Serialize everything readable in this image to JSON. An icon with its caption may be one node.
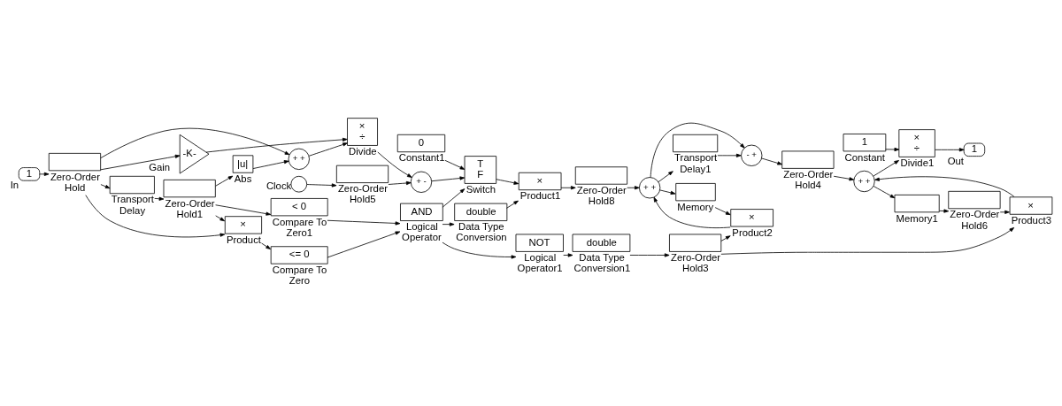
{
  "diagram": {
    "nodes": [
      {
        "text": [
          "1"
        ],
        "beside": [
          "In"
        ]
      },
      {
        "text": [],
        "shape": "box",
        "beside": [
          "Zero-Order Hold"
        ]
      },
      {
        "text": [],
        "shape": "box",
        "beside": [
          "Transport Delay"
        ]
      },
      {
        "text": [],
        "shape": "box",
        "beside": [
          "Zero-Order Hold1"
        ]
      },
      {
        "text": [
          "×"
        ],
        "beside": [
          "Product"
        ]
      },
      {
        "text": [
          "<= 0"
        ],
        "beside": [
          "Compare To Zero"
        ]
      },
      {
        "text": [
          "< 0"
        ],
        "beside": [
          "Compare To Zero1"
        ]
      },
      {
        "text": [
          "AND"
        ],
        "beside": [
          "Logical Operator"
        ]
      },
      {
        "text": [
          "|u|"
        ],
        "beside": [
          "Abs"
        ]
      },
      {
        "text": [
          "-K-"
        ],
        "beside": [
          "Gain"
        ]
      },
      {
        "text": [],
        "shape": "circle",
        "beside": [
          "Clock"
        ]
      },
      {
        "text": [],
        "shape": "box",
        "beside": [
          "Zero-Order Hold5"
        ]
      },
      {
        "text": [
          "+ +"
        ]
      },
      {
        "text": [
          "×",
          "÷"
        ],
        "beside": [
          "Divide"
        ]
      },
      {
        "text": [
          "+ -"
        ]
      },
      {
        "text": [
          "0"
        ],
        "beside": [
          "Constant1"
        ]
      },
      {
        "text": [
          "T",
          "F"
        ],
        "beside": [
          "Switch"
        ]
      },
      {
        "text": [
          "double"
        ],
        "beside": [
          "Data Type Conversion"
        ]
      },
      {
        "text": [
          "NOT"
        ],
        "beside": [
          "Logical Operator1"
        ]
      },
      {
        "text": [
          "×"
        ],
        "beside": [
          "Product1"
        ]
      },
      {
        "text": [],
        "shape": "box",
        "beside": [
          "Zero-Order Hold8"
        ]
      },
      {
        "text": [
          "+ +"
        ]
      },
      {
        "text": [],
        "shape": "box",
        "beside": [
          "Transport Delay1"
        ]
      },
      {
        "text": [
          "- +"
        ]
      },
      {
        "text": [],
        "shape": "box",
        "beside": [
          "Zero-Order Hold4"
        ]
      },
      {
        "text": [
          "+ +"
        ]
      },
      {
        "text": [
          "1"
        ],
        "beside": [
          "Constant"
        ]
      },
      {
        "text": [
          "×",
          "÷"
        ],
        "beside": [
          "Divide1"
        ]
      },
      {
        "text": [
          "1"
        ],
        "beside": [
          "Out"
        ]
      },
      {
        "text": [],
        "shape": "box",
        "beside": [
          "Memory"
        ]
      },
      {
        "text": [
          "×"
        ],
        "beside": [
          "Product2"
        ]
      },
      {
        "text": [
          "double"
        ],
        "beside": [
          "Data Type Conversion1"
        ]
      },
      {
        "text": [],
        "shape": "box",
        "beside": [
          "Zero-Order Hold3"
        ]
      },
      {
        "text": [],
        "shape": "box",
        "beside": [
          "Memory1"
        ]
      },
      {
        "text": [],
        "shape": "box",
        "beside": [
          "Zero-Order Hold6"
        ]
      },
      {
        "text": [
          "×"
        ],
        "beside": [
          "Product3"
        ]
      }
    ],
    "edges": [
      {
        "from": 0,
        "to": 1,
        "arrow": "to"
      },
      {
        "from": 1,
        "to": 4,
        "arrow": "to"
      },
      {
        "from": 1,
        "to": 2,
        "arrow": "to"
      },
      {
        "from": 2,
        "to": 3,
        "arrow": "to"
      },
      {
        "from": 3,
        "to": 4,
        "arrow": "to"
      },
      {
        "from": 3,
        "to": 6,
        "arrow": "to"
      },
      {
        "from": 3,
        "to": 8,
        "arrow": "to"
      },
      {
        "from": 4,
        "to": 5,
        "arrow": "to"
      },
      {
        "from": 5,
        "to": 7,
        "arrow": "to"
      },
      {
        "from": 6,
        "to": 7,
        "arrow": "to"
      },
      {
        "from": 1,
        "to": 9,
        "arrow": "to"
      },
      {
        "from": 1,
        "to": 12,
        "arrow": "to"
      },
      {
        "from": 8,
        "to": 12,
        "arrow": "to"
      },
      {
        "from": 9,
        "to": 13,
        "arrow": "to"
      },
      {
        "from": 12,
        "to": 13,
        "arrow": "to"
      },
      {
        "from": 10,
        "to": 11,
        "arrow": "to"
      },
      {
        "from": 11,
        "to": 14,
        "arrow": "to"
      },
      {
        "from": 13,
        "to": 14,
        "arrow": "to"
      },
      {
        "from": 14,
        "to": 16,
        "arrow": "to"
      },
      {
        "from": 7,
        "to": 16,
        "arrow": "to"
      },
      {
        "from": 15,
        "to": 16,
        "arrow": "to"
      },
      {
        "from": 7,
        "to": 17,
        "arrow": "to"
      },
      {
        "from": 7,
        "to": 18,
        "arrow": "to"
      },
      {
        "from": 16,
        "to": 19,
        "arrow": "to"
      },
      {
        "from": 17,
        "to": 19,
        "arrow": "to"
      },
      {
        "from": 19,
        "to": 20,
        "arrow": "to"
      },
      {
        "from": 20,
        "to": 21,
        "arrow": "to"
      },
      {
        "from": 30,
        "to": 21,
        "arrow": "to"
      },
      {
        "from": 21,
        "to": 22,
        "arrow": "to"
      },
      {
        "from": 21,
        "to": 23,
        "arrow": "to"
      },
      {
        "from": 21,
        "to": 29,
        "arrow": "to"
      },
      {
        "from": 22,
        "to": 23,
        "arrow": "to"
      },
      {
        "from": 23,
        "to": 24,
        "arrow": "to"
      },
      {
        "from": 24,
        "to": 25,
        "arrow": "to"
      },
      {
        "from": 35,
        "to": 25,
        "arrow": "to"
      },
      {
        "from": 26,
        "to": 27,
        "arrow": "to"
      },
      {
        "from": 25,
        "to": 27,
        "arrow": "to"
      },
      {
        "from": 27,
        "to": 28,
        "arrow": "to"
      },
      {
        "from": 25,
        "to": 33,
        "arrow": "to"
      },
      {
        "from": 29,
        "to": 30,
        "arrow": "to"
      },
      {
        "from": 32,
        "to": 30,
        "arrow": "to"
      },
      {
        "from": 18,
        "to": 31,
        "arrow": "to"
      },
      {
        "from": 31,
        "to": 32,
        "arrow": "to"
      },
      {
        "from": 33,
        "to": 34,
        "arrow": "to"
      },
      {
        "from": 34,
        "to": 35,
        "arrow": "to"
      },
      {
        "from": 32,
        "to": 35,
        "arrow": "to"
      }
    ]
  }
}
